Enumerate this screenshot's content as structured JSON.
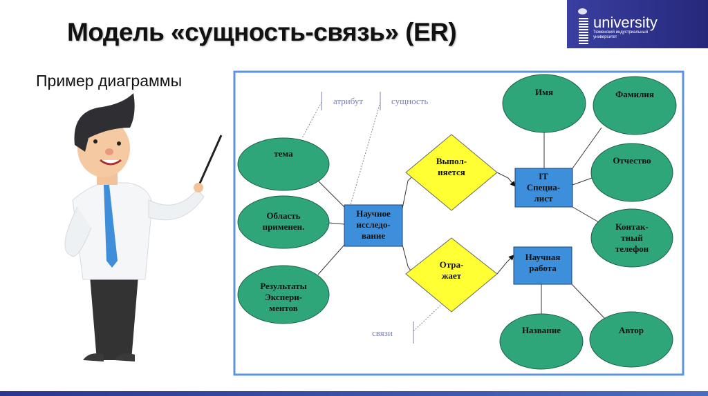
{
  "header": {
    "title": "Модель «сущность-связь» (ER)",
    "subtitle": "Пример диаграммы",
    "logo": {
      "word": "university",
      "sub": "Тюменский индустриальный университет"
    }
  },
  "colors": {
    "attribute": "#2fa67a",
    "entity": "#3d8fdc",
    "relationship": "#ffff33",
    "frame": "#5b94dc",
    "bar": "#2d3590"
  },
  "diagram": {
    "legend": {
      "attribute": "атрибут",
      "entity": "сущность",
      "relationship": "связи"
    },
    "entities": {
      "research": [
        "Научное",
        "исследо-",
        "вание"
      ],
      "it": [
        "IT",
        "Специа-",
        "лист"
      ],
      "work": [
        "Научная",
        "работа"
      ]
    },
    "relationships": {
      "performs": [
        "Выпол-",
        "няется"
      ],
      "reflects": [
        "Отра-",
        "жает"
      ]
    },
    "attributes": {
      "topic": [
        "тема"
      ],
      "area": [
        "Область",
        "применен."
      ],
      "results": [
        "Результаты",
        "Экспери-",
        "ментов"
      ],
      "name": [
        "Имя"
      ],
      "surname": [
        "Фамилия"
      ],
      "patronymic": [
        "Отчество"
      ],
      "phone": [
        "Контак-",
        "тный",
        "телефон"
      ],
      "title": [
        "Название"
      ],
      "author": [
        "Автор"
      ]
    }
  }
}
